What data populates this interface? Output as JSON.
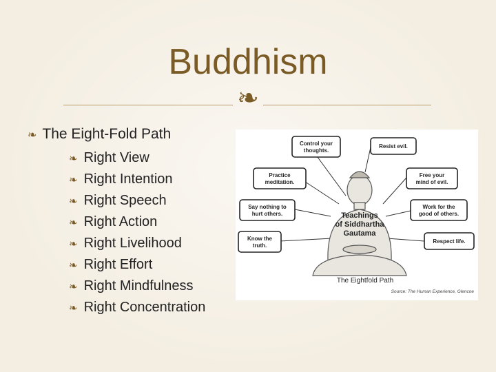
{
  "slide": {
    "title": "Buddhism",
    "divider_ornament": "❧",
    "main_point": {
      "ornament": "❧",
      "text": "The Eight-Fold Path"
    },
    "path_items": [
      {
        "ornament": "❧",
        "text": "Right View"
      },
      {
        "ornament": "❧",
        "text": "Right Intention"
      },
      {
        "ornament": "❧",
        "text": "Right Speech"
      },
      {
        "ornament": "❧",
        "text": "Right Action"
      },
      {
        "ornament": "❧",
        "text": "Right Livelihood"
      },
      {
        "ornament": "❧",
        "text": "Right Effort"
      },
      {
        "ornament": "❧",
        "text": "Right Mindfulness"
      },
      {
        "ornament": "❧",
        "text": "Right Concentration"
      }
    ]
  },
  "diagram": {
    "center_label": [
      "Teachings",
      "of Siddhartha",
      "Gautama"
    ],
    "boxes": [
      {
        "lines": [
          "Control your",
          "thoughts."
        ]
      },
      {
        "lines": [
          "Resist evil."
        ]
      },
      {
        "lines": [
          "Practice",
          "meditation."
        ]
      },
      {
        "lines": [
          "Free your",
          "mind of evil."
        ]
      },
      {
        "lines": [
          "Say nothing to",
          "hurt others."
        ]
      },
      {
        "lines": [
          "Work for the",
          "good of others."
        ]
      },
      {
        "lines": [
          "Know the",
          "truth."
        ]
      },
      {
        "lines": [
          "Respect life."
        ]
      }
    ],
    "caption": "The Eightfold Path",
    "source": "Source: The Human Experience, Glencoe"
  },
  "colors": {
    "background": "#f4eee2",
    "accent": "#7a5a25",
    "text": "#222222"
  }
}
